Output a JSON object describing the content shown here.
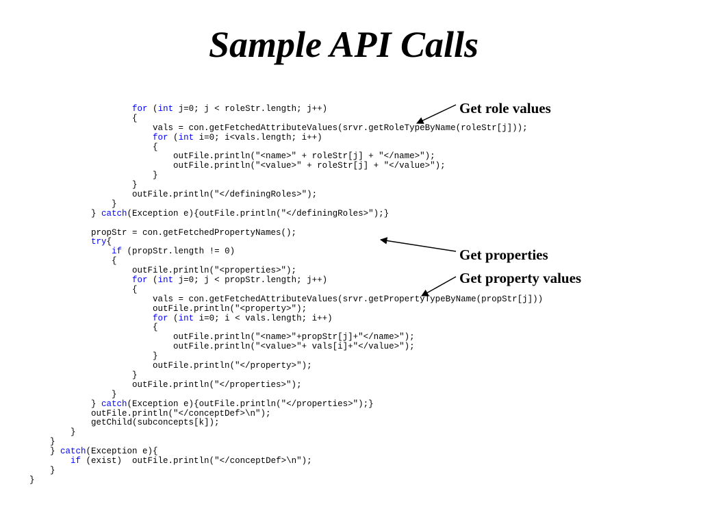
{
  "slide": {
    "title": "Sample API Calls",
    "code_lines": [
      [
        {
          "t": "                    "
        },
        {
          "t": "for",
          "kw": true
        },
        {
          "t": " ("
        },
        {
          "t": "int",
          "kw": true
        },
        {
          "t": " j=0; j < roleStr.length; j++)"
        }
      ],
      [
        {
          "t": "                    {"
        }
      ],
      [
        {
          "t": "                        vals = con.getFetchedAttributeValues(srvr.getRoleTypeByName(roleStr[j]));"
        }
      ],
      [
        {
          "t": "                        "
        },
        {
          "t": "for",
          "kw": true
        },
        {
          "t": " ("
        },
        {
          "t": "int",
          "kw": true
        },
        {
          "t": " i=0; i<vals.length; i++)"
        }
      ],
      [
        {
          "t": "                        {"
        }
      ],
      [
        {
          "t": "                            outFile.println(\"<name>\" + roleStr[j] + \"</name>\");"
        }
      ],
      [
        {
          "t": "                            outFile.println(\"<value>\" + roleStr[j] + \"</value>\");"
        }
      ],
      [
        {
          "t": "                        }"
        }
      ],
      [
        {
          "t": "                    }"
        }
      ],
      [
        {
          "t": "                    outFile.println(\"</definingRoles>\");"
        }
      ],
      [
        {
          "t": "                }"
        }
      ],
      [
        {
          "t": "            } "
        },
        {
          "t": "catch",
          "kw": true
        },
        {
          "t": "(Exception e){outFile.println(\"</definingRoles>\");}"
        }
      ],
      [
        {
          "t": ""
        }
      ],
      [
        {
          "t": "            propStr = con.getFetchedPropertyNames();"
        }
      ],
      [
        {
          "t": "            "
        },
        {
          "t": "try",
          "kw": true
        },
        {
          "t": "{"
        }
      ],
      [
        {
          "t": "                "
        },
        {
          "t": "if",
          "kw": true
        },
        {
          "t": " (propStr.length != 0)"
        }
      ],
      [
        {
          "t": "                {"
        }
      ],
      [
        {
          "t": "                    outFile.println(\"<properties>\");"
        }
      ],
      [
        {
          "t": "                    "
        },
        {
          "t": "for",
          "kw": true
        },
        {
          "t": " ("
        },
        {
          "t": "int",
          "kw": true
        },
        {
          "t": " j=0; j < propStr.length; j++)"
        }
      ],
      [
        {
          "t": "                    {"
        }
      ],
      [
        {
          "t": "                        vals = con.getFetchedAttributeValues(srvr.getPropertyTypeByName(propStr[j]))"
        }
      ],
      [
        {
          "t": "                        outFile.println(\"<property>\");"
        }
      ],
      [
        {
          "t": "                        "
        },
        {
          "t": "for",
          "kw": true
        },
        {
          "t": " ("
        },
        {
          "t": "int",
          "kw": true
        },
        {
          "t": " i=0; i < vals.length; i++)"
        }
      ],
      [
        {
          "t": "                        {"
        }
      ],
      [
        {
          "t": "                            outFile.println(\"<name>\"+propStr[j]+\"</name>\");"
        }
      ],
      [
        {
          "t": "                            outFile.println(\"<value>\"+ vals[i]+\"</value>\");"
        }
      ],
      [
        {
          "t": "                        }"
        }
      ],
      [
        {
          "t": "                        outFile.println(\"</property>\");"
        }
      ],
      [
        {
          "t": "                    }"
        }
      ],
      [
        {
          "t": "                    outFile.println(\"</properties>\");"
        }
      ],
      [
        {
          "t": "                }"
        }
      ],
      [
        {
          "t": "            } "
        },
        {
          "t": "catch",
          "kw": true
        },
        {
          "t": "(Exception e){outFile.println(\"</properties>\");}"
        }
      ],
      [
        {
          "t": "            outFile.println(\"</conceptDef>\\n\");"
        }
      ],
      [
        {
          "t": "            getChild(subconcepts[k]);"
        }
      ],
      [
        {
          "t": "        }"
        }
      ],
      [
        {
          "t": "    }"
        }
      ],
      [
        {
          "t": "    } "
        },
        {
          "t": "catch",
          "kw": true
        },
        {
          "t": "(Exception e){"
        }
      ],
      [
        {
          "t": "        "
        },
        {
          "t": "if",
          "kw": true
        },
        {
          "t": " (exist)  outFile.println(\"</conceptDef>\\n\");"
        }
      ],
      [
        {
          "t": "    }"
        }
      ],
      [
        {
          "t": "}"
        }
      ]
    ],
    "annotations": [
      {
        "name": "get-role-values",
        "text": "Get role values"
      },
      {
        "name": "get-properties",
        "text": "Get properties"
      },
      {
        "name": "get-property-values",
        "text": "Get property values"
      }
    ],
    "colors": {
      "keyword": "#0000ff",
      "text": "#000000",
      "background": "#ffffff"
    }
  }
}
